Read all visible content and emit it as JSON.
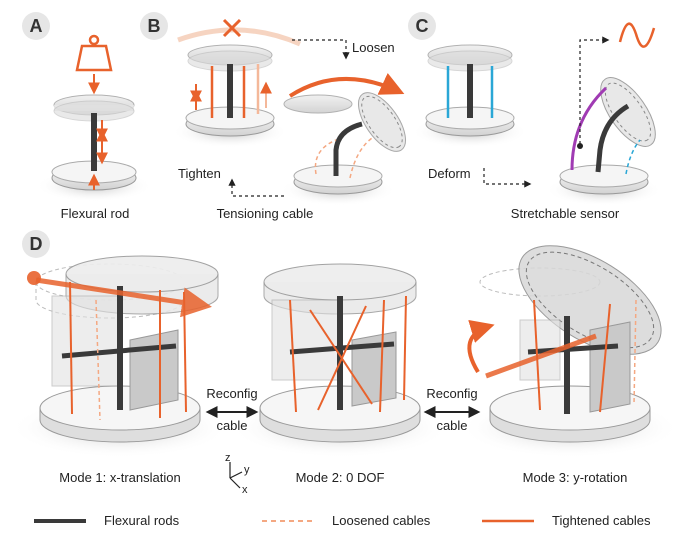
{
  "panels": {
    "a": {
      "letter": "A",
      "caption": "Flexural rod"
    },
    "b": {
      "letter": "B",
      "caption": "Tensioning cable",
      "loosen": "Loosen",
      "tighten": "Tighten"
    },
    "c": {
      "letter": "C",
      "caption": "Stretchable sensor",
      "deform": "Deform"
    },
    "d": {
      "letter": "D",
      "reconfig1": [
        "Reconfig",
        "cable"
      ],
      "reconfig2": [
        "Reconfig",
        "cable"
      ],
      "modes": [
        "Mode 1: x-translation",
        "Mode 2: 0 DOF",
        "Mode 3: y-rotation"
      ],
      "axes": {
        "z": "z",
        "y": "y",
        "x": "x"
      }
    }
  },
  "legend": {
    "flexural": "Flexural rods",
    "loosened": "Loosened cables",
    "tightened": "Tightened cables"
  },
  "colors": {
    "orange": "#e8622c",
    "light_orange": "#f4b89a",
    "blue": "#2aa7d6",
    "purple": "#a03bb3",
    "rod": "#3a3a3a",
    "gray": "#d9d9d9"
  }
}
